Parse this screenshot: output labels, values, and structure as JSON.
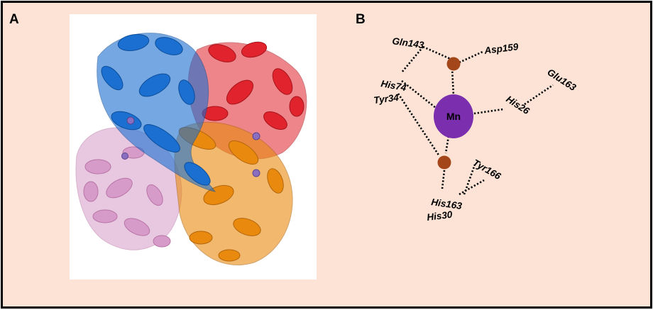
{
  "panels": {
    "a": {
      "label": "A"
    },
    "b": {
      "label": "B"
    }
  },
  "residues": {
    "gln143": "Gln143",
    "asp159": "Asp159",
    "his74": "His74",
    "tyr34": "Tyr34",
    "glu163": "Glu163",
    "his26": "His26",
    "tyr166": "Tyr166",
    "his163": "His163",
    "his30": "His30"
  },
  "metal": {
    "label": "Mn"
  },
  "colors": {
    "background": "#fce3d6",
    "chain_blue": "#1a6fd1",
    "chain_red": "#e0232c",
    "chain_orange": "#e98a0f",
    "chain_pink": "#d79bc9",
    "mn_ion": "#7b2fae",
    "water": "#a3461a",
    "metal_sphere": "#8a6fc0"
  }
}
